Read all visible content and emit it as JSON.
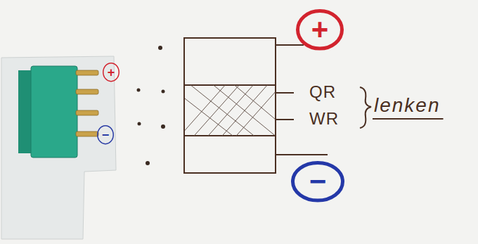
{
  "diagram": {
    "nodes": [
      {
        "text": [
          "+"
        ]
      },
      {
        "text": [
          "−"
        ]
      },
      {
        "text": [
          "+"
        ]
      },
      {
        "text": [
          "−"
        ]
      }
    ],
    "labels": [
      "QR",
      "WR",
      "lenken"
    ]
  }
}
